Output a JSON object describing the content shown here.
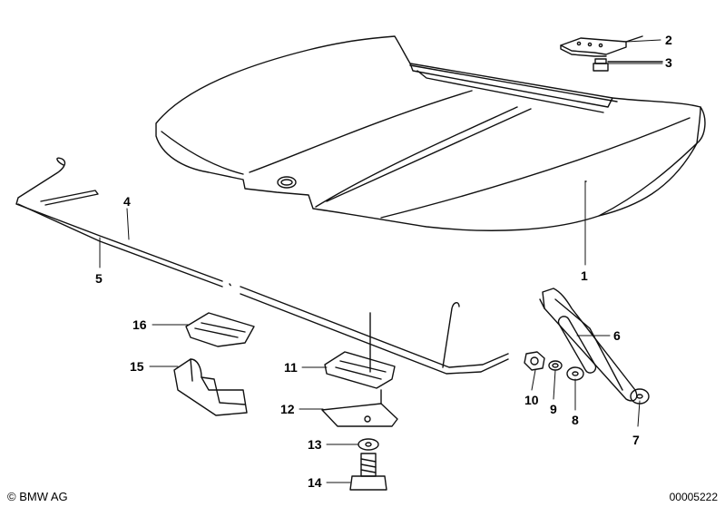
{
  "callouts": {
    "c1": "1",
    "c2": "2",
    "c3": "3",
    "c4": "4",
    "c5": "5",
    "c6": "6",
    "c7": "7",
    "c8": "8",
    "c9": "9",
    "c10": "10",
    "c11": "11",
    "c12": "12",
    "c13": "13",
    "c14": "14",
    "c15": "15",
    "c16": "16"
  },
  "footer": {
    "brand": "© BMW AG",
    "diagram_number": "00005222"
  }
}
